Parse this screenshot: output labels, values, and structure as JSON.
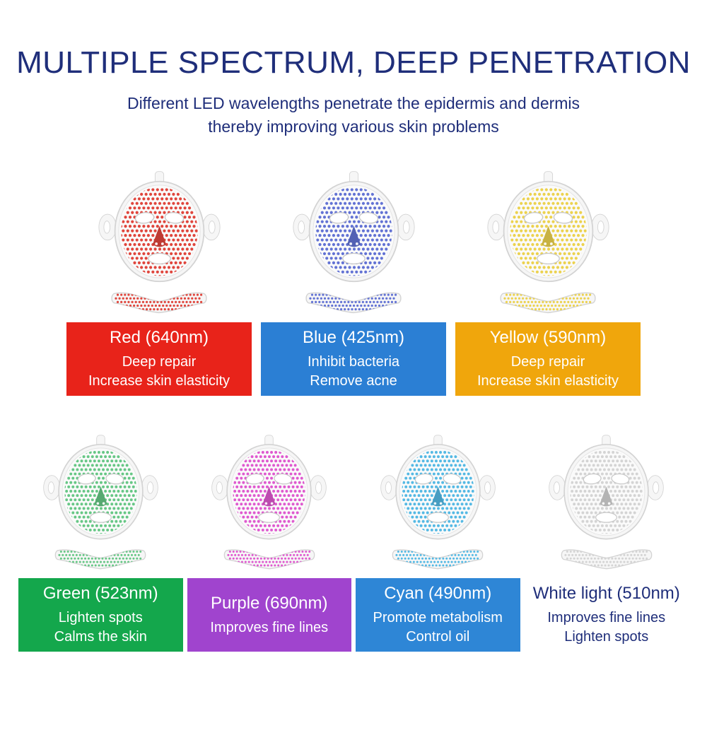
{
  "header": {
    "title": "MULTIPLE SPECTRUM, DEEP PENETRATION",
    "subtitle": [
      "Different LED wavelengths penetrate the epidermis and dermis",
      "thereby improving various skin problems"
    ]
  },
  "colors": {
    "heading": "#1f2e7a",
    "mask_body": "#f6f6f6",
    "mask_outline": "#d3d3d3"
  },
  "masks": [
    {
      "id": "red",
      "title": "Red (640nm)",
      "benefits": [
        "Deep repair",
        "Increase skin elasticity"
      ],
      "banner_color": "#e8231a",
      "text_color": "#ffffff",
      "led_color": "#e0453c",
      "row": 1
    },
    {
      "id": "blue",
      "title": "Blue (425nm)",
      "benefits": [
        "Inhibit bacteria",
        "Remove acne"
      ],
      "banner_color": "#2b7fd4",
      "text_color": "#ffffff",
      "led_color": "#6272d4",
      "row": 1
    },
    {
      "id": "yellow",
      "title": "Yellow (590nm)",
      "benefits": [
        "Deep repair",
        "Increase skin elasticity"
      ],
      "banner_color": "#f0a60c",
      "text_color": "#ffffff",
      "led_color": "#ecd24e",
      "row": 1
    },
    {
      "id": "green",
      "title": "Green (523nm)",
      "benefits": [
        "Lighten spots",
        "Calms the skin"
      ],
      "banner_color": "#14a74c",
      "text_color": "#ffffff",
      "led_color": "#66c785",
      "row": 2
    },
    {
      "id": "purple",
      "title": "Purple (690nm)",
      "benefits": [
        "Improves fine lines"
      ],
      "banner_color": "#a044ce",
      "text_color": "#ffffff",
      "led_color": "#df59cf",
      "row": 2
    },
    {
      "id": "cyan",
      "title": "Cyan (490nm)",
      "benefits": [
        "Promote metabolism",
        "Control oil"
      ],
      "banner_color": "#2e86d6",
      "text_color": "#ffffff",
      "led_color": "#54b9e4",
      "row": 2
    },
    {
      "id": "white",
      "title": "White light (510nm)",
      "benefits": [
        "Improves fine lines",
        "Lighten spots"
      ],
      "banner_color": "#ffffff",
      "text_color": "#1f2e7a",
      "led_color": "#d4d4d4",
      "row": 2
    }
  ]
}
